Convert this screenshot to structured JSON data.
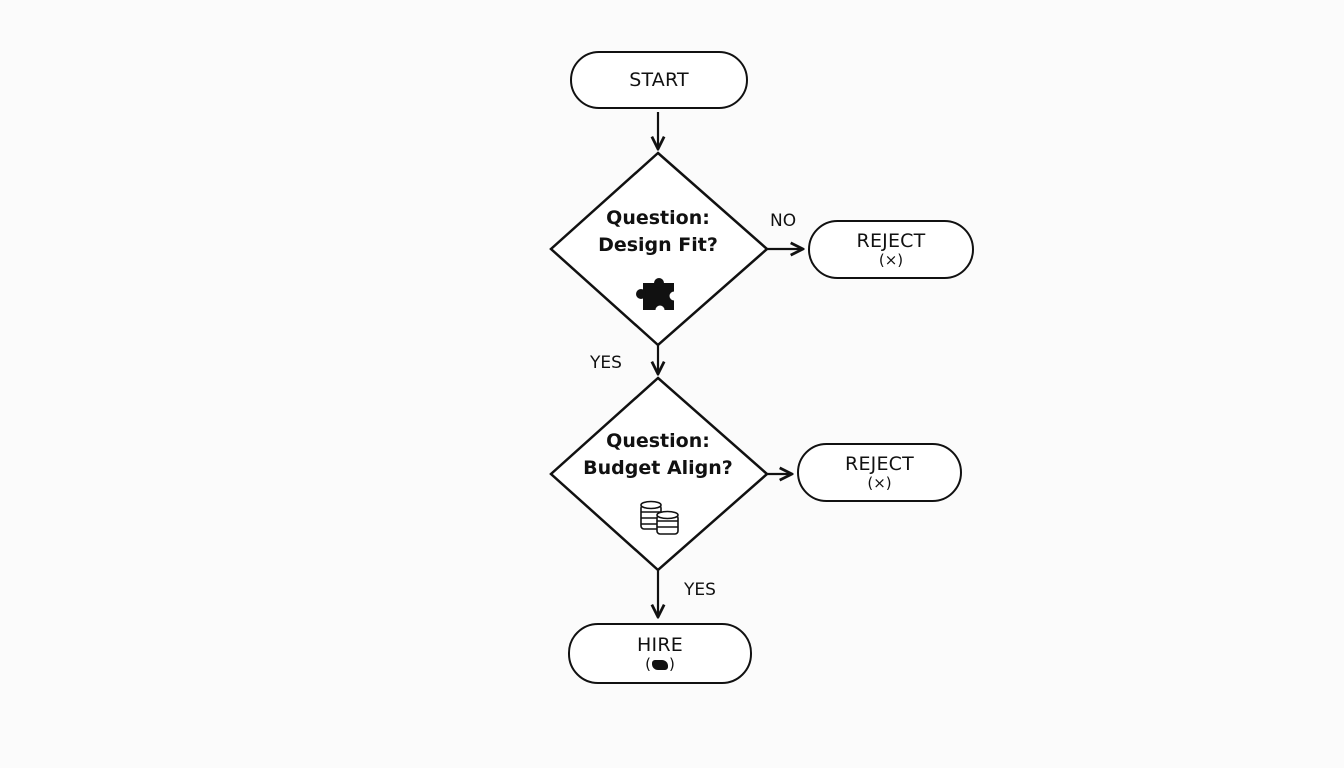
{
  "diagram": {
    "type": "flowchart",
    "nodes": {
      "start": {
        "label": "START"
      },
      "q1": {
        "line1": "Question:",
        "line2": "Design Fit?",
        "icon": "puzzle-piece-icon"
      },
      "reject1": {
        "label": "REJECT",
        "sub": "(×)"
      },
      "q2": {
        "line1": "Question:",
        "line2": "Budget Align?",
        "icon": "coin-stacks-icon"
      },
      "reject2": {
        "label": "REJECT",
        "sub": "(×)"
      },
      "hire": {
        "label": "HIRE",
        "sub_open": "(",
        "sub_close": ")",
        "icon": "handshake-icon"
      }
    },
    "edges": {
      "start_q1": "",
      "q1_reject1": "NO",
      "q1_q2": "YES",
      "q2_reject2": "",
      "q2_hire": "YES"
    }
  }
}
